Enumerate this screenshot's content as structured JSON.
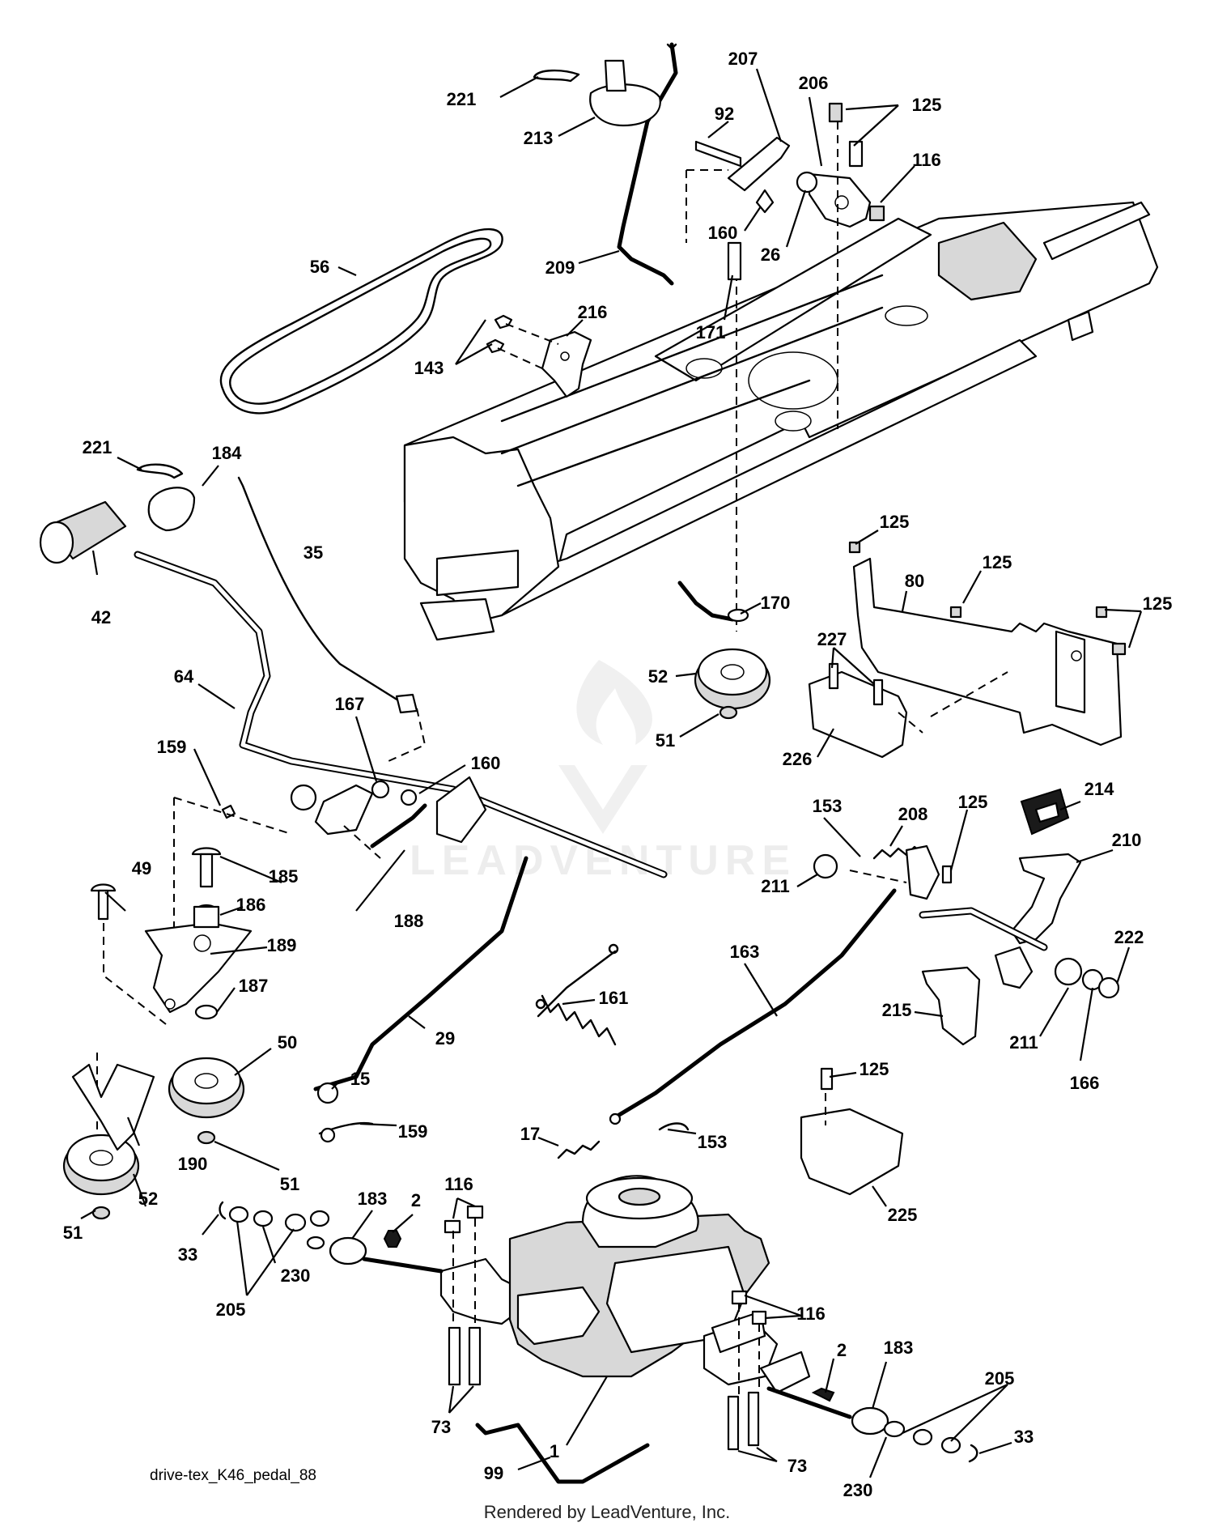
{
  "diagram_name": "drive-tex_K46_pedal_88",
  "footer_credit": "Rendered by LeadVenture, Inc.",
  "watermark": {
    "text": "LEADVENTURE"
  },
  "callouts": [
    {
      "id": "221",
      "label": "221"
    },
    {
      "id": "213",
      "label": "213"
    },
    {
      "id": "207",
      "label": "207"
    },
    {
      "id": "206",
      "label": "206"
    },
    {
      "id": "92",
      "label": "92"
    },
    {
      "id": "125a",
      "label": "125"
    },
    {
      "id": "116a",
      "label": "116"
    },
    {
      "id": "160a",
      "label": "160"
    },
    {
      "id": "26",
      "label": "26"
    },
    {
      "id": "56",
      "label": "56"
    },
    {
      "id": "209",
      "label": "209"
    },
    {
      "id": "171",
      "label": "171"
    },
    {
      "id": "216",
      "label": "216"
    },
    {
      "id": "143",
      "label": "143"
    },
    {
      "id": "221b",
      "label": "221"
    },
    {
      "id": "184",
      "label": "184"
    },
    {
      "id": "42",
      "label": "42"
    },
    {
      "id": "35",
      "label": "35"
    },
    {
      "id": "125b",
      "label": "125"
    },
    {
      "id": "125c",
      "label": "125"
    },
    {
      "id": "80",
      "label": "80"
    },
    {
      "id": "125d",
      "label": "125"
    },
    {
      "id": "170",
      "label": "170"
    },
    {
      "id": "227",
      "label": "227"
    },
    {
      "id": "52a",
      "label": "52"
    },
    {
      "id": "51a",
      "label": "51"
    },
    {
      "id": "226",
      "label": "226"
    },
    {
      "id": "64",
      "label": "64"
    },
    {
      "id": "167",
      "label": "167"
    },
    {
      "id": "159a",
      "label": "159"
    },
    {
      "id": "160b",
      "label": "160"
    },
    {
      "id": "214",
      "label": "214"
    },
    {
      "id": "153a",
      "label": "153"
    },
    {
      "id": "208",
      "label": "208"
    },
    {
      "id": "125e",
      "label": "125"
    },
    {
      "id": "210",
      "label": "210"
    },
    {
      "id": "211a",
      "label": "211"
    },
    {
      "id": "49",
      "label": "49"
    },
    {
      "id": "185",
      "label": "185"
    },
    {
      "id": "188",
      "label": "188"
    },
    {
      "id": "186",
      "label": "186"
    },
    {
      "id": "189",
      "label": "189"
    },
    {
      "id": "222",
      "label": "222"
    },
    {
      "id": "163",
      "label": "163"
    },
    {
      "id": "161",
      "label": "161"
    },
    {
      "id": "187",
      "label": "187"
    },
    {
      "id": "215",
      "label": "215"
    },
    {
      "id": "211b",
      "label": "211"
    },
    {
      "id": "50",
      "label": "50"
    },
    {
      "id": "29",
      "label": "29"
    },
    {
      "id": "166",
      "label": "166"
    },
    {
      "id": "15",
      "label": "15"
    },
    {
      "id": "125f",
      "label": "125"
    },
    {
      "id": "159b",
      "label": "159"
    },
    {
      "id": "17",
      "label": "17"
    },
    {
      "id": "153b",
      "label": "153"
    },
    {
      "id": "190",
      "label": "190"
    },
    {
      "id": "51b",
      "label": "51"
    },
    {
      "id": "183a",
      "label": "183"
    },
    {
      "id": "2a",
      "label": "2"
    },
    {
      "id": "116b",
      "label": "116"
    },
    {
      "id": "52b",
      "label": "52"
    },
    {
      "id": "225",
      "label": "225"
    },
    {
      "id": "51c",
      "label": "51"
    },
    {
      "id": "33a",
      "label": "33"
    },
    {
      "id": "230a",
      "label": "230"
    },
    {
      "id": "205a",
      "label": "205"
    },
    {
      "id": "116c",
      "label": "116"
    },
    {
      "id": "2b",
      "label": "2"
    },
    {
      "id": "183b",
      "label": "183"
    },
    {
      "id": "205b",
      "label": "205"
    },
    {
      "id": "1",
      "label": "1"
    },
    {
      "id": "73a",
      "label": "73"
    },
    {
      "id": "33b",
      "label": "33"
    },
    {
      "id": "99",
      "label": "99"
    },
    {
      "id": "73b",
      "label": "73"
    },
    {
      "id": "230b",
      "label": "230"
    }
  ]
}
